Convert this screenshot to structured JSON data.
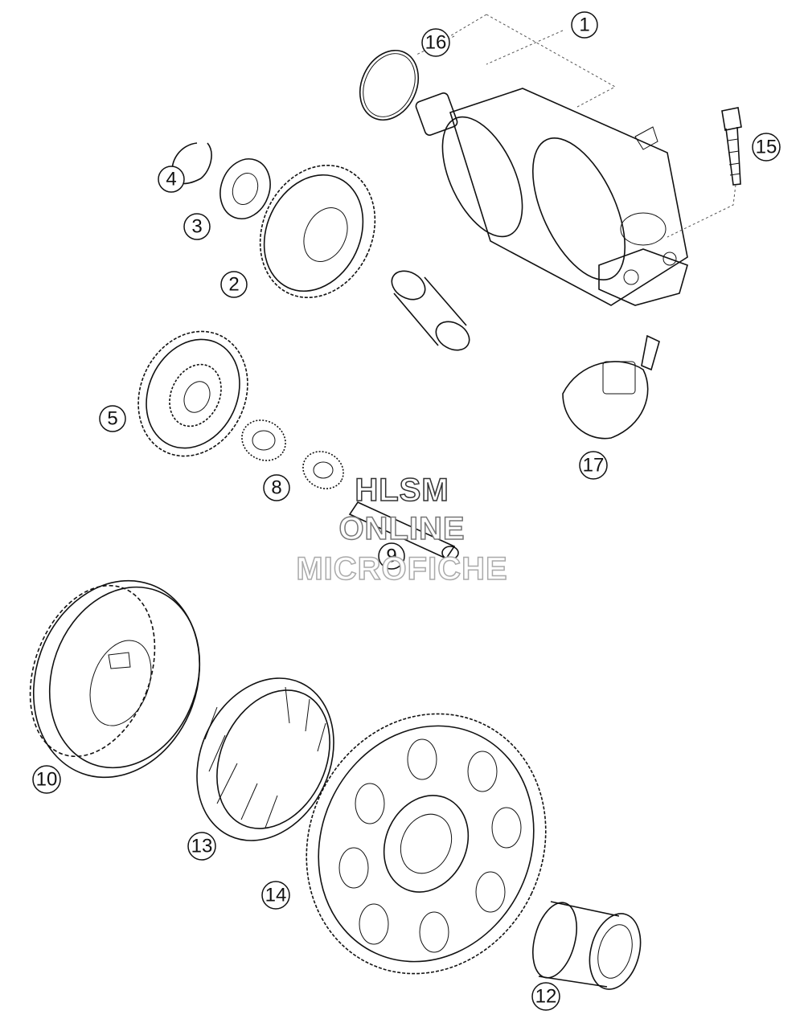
{
  "callouts": {
    "c1": "1",
    "c2": "2",
    "c3": "3",
    "c4": "4",
    "c5": "5",
    "c8": "8",
    "c9": "9",
    "c10": "10",
    "c12": "12",
    "c13": "13",
    "c14": "14",
    "c15": "15",
    "c16": "16",
    "c17": "17"
  },
  "watermark": {
    "line1": "HLSM",
    "line2": "ONLINE",
    "line3": "MICROFICHE"
  }
}
